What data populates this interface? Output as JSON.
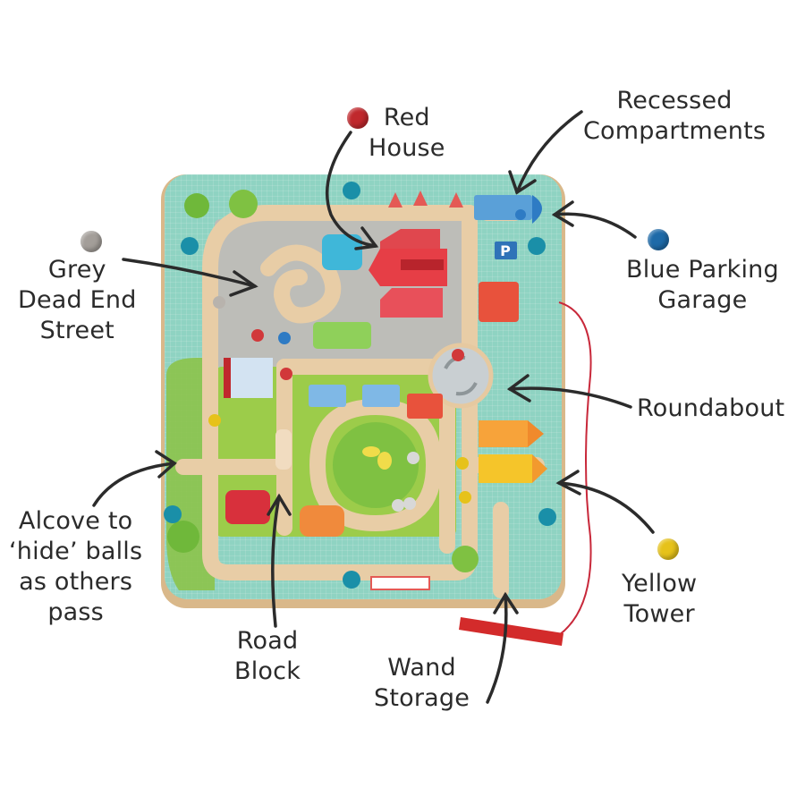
{
  "product": {
    "description": "Magnetic wooden town maze board with annotated features",
    "colors": {
      "board_face": "#8fd3c2",
      "board_wood": "#d9b88a",
      "track_wood": "#e6c9a0",
      "wand": "#d32b2b",
      "cord": "#c8283a"
    }
  },
  "callouts": [
    {
      "id": "red-house",
      "label": "Red\nHouse",
      "ball_color": "#c0282d",
      "ball_name": "red-ball"
    },
    {
      "id": "recessed-compartments",
      "label": "Recessed\nCompartments",
      "ball_color": null
    },
    {
      "id": "grey-dead-end",
      "label": "Grey\nDead End\nStreet",
      "ball_color": "#a39e99",
      "ball_name": "grey-ball"
    },
    {
      "id": "blue-parking",
      "label": "Blue Parking\nGarage",
      "ball_color": "#1e6aa8",
      "ball_name": "blue-ball"
    },
    {
      "id": "roundabout",
      "label": "Roundabout",
      "ball_color": null
    },
    {
      "id": "alcove",
      "label": "Alcove to\n‘hide’ balls\nas others\npass",
      "ball_color": null
    },
    {
      "id": "yellow-tower",
      "label": "Yellow\nTower",
      "ball_color": "#e6c21a",
      "ball_name": "yellow-ball"
    },
    {
      "id": "road-block",
      "label": "Road\nBlock",
      "ball_color": null
    },
    {
      "id": "wand-storage",
      "label": "Wand\nStorage",
      "ball_color": null
    }
  ],
  "board_signs": {
    "parking_sign": "P"
  }
}
